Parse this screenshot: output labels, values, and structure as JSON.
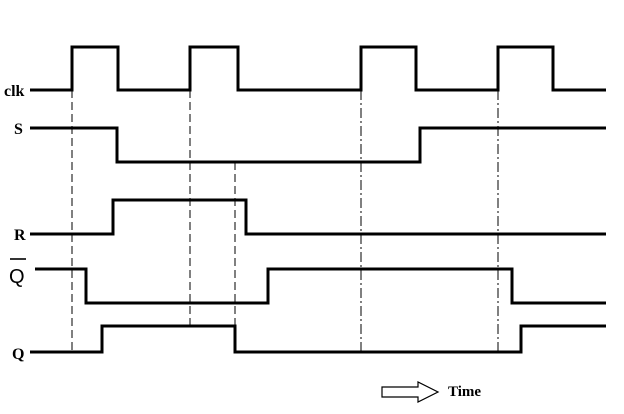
{
  "signals": [
    {
      "name": "clk",
      "label": "clk",
      "overbar": false
    },
    {
      "name": "S",
      "label": "S",
      "overbar": false
    },
    {
      "name": "R",
      "label": "R",
      "overbar": false
    },
    {
      "name": "Q-bar",
      "label": "Q",
      "overbar": true
    },
    {
      "name": "Q",
      "label": "Q",
      "overbar": false
    }
  ],
  "time_axis": {
    "label": "Time",
    "arrow_icon": "right-arrow-icon"
  },
  "colors": {
    "line": "#000000",
    "background": "#ffffff"
  }
}
